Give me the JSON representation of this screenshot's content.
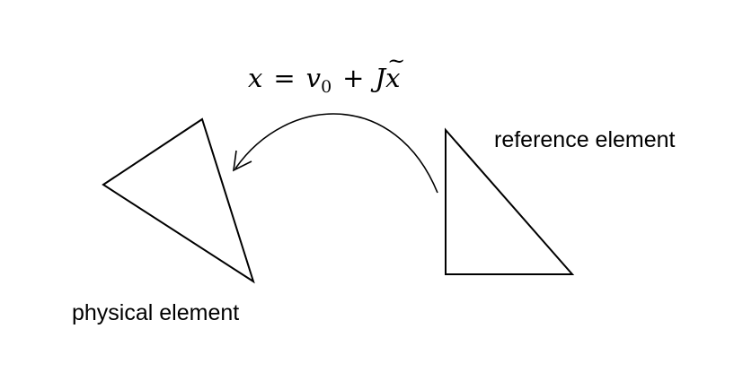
{
  "labels": {
    "reference": "reference element",
    "physical": "physical element"
  },
  "equation": {
    "lhs": "x",
    "equals": "=",
    "v": "v",
    "v_subscript": "0",
    "plus": "+",
    "J": "J",
    "x_tilde": "x"
  },
  "colors": {
    "stroke": "#000000",
    "text": "#000000",
    "background": "#ffffff"
  }
}
